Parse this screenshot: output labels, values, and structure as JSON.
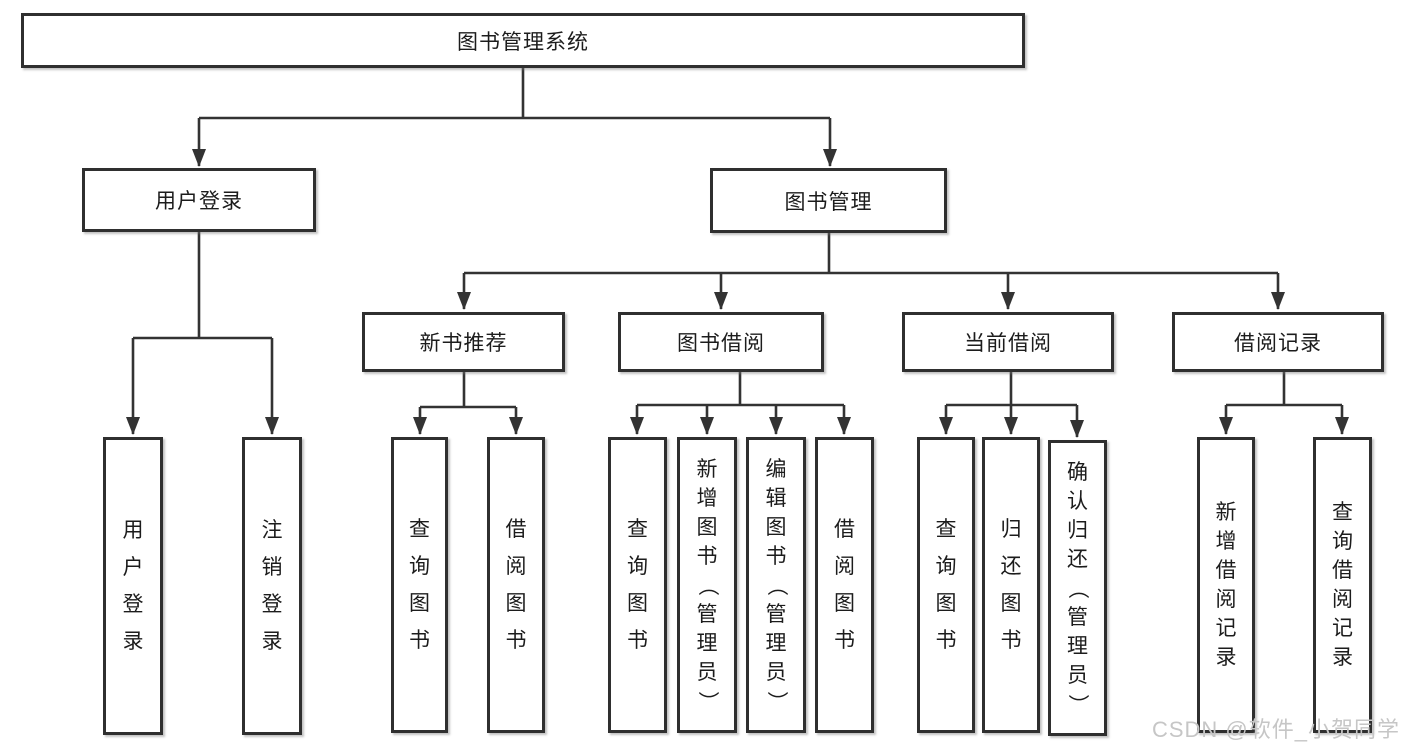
{
  "tree": {
    "root": "图书管理系统",
    "branches": [
      {
        "label": "用户登录",
        "children": [
          "用户登录",
          "注销登录"
        ]
      },
      {
        "label": "图书管理",
        "children": [
          {
            "label": "新书推荐",
            "children": [
              "查询图书",
              "借阅图书"
            ]
          },
          {
            "label": "图书借阅",
            "children": [
              "查询图书",
              "新增图书（管理员）",
              "编辑图书（管理员）",
              "借阅图书"
            ]
          },
          {
            "label": "当前借阅",
            "children": [
              "查询图书",
              "归还图书",
              "确认归还（管理员）"
            ]
          },
          {
            "label": "借阅记录",
            "children": [
              "新增借阅记录",
              "查询借阅记录"
            ]
          }
        ]
      }
    ]
  },
  "watermark": {
    "text": "CSDN @软件_小贺同学"
  },
  "colors": {
    "line": "#333333",
    "box_border": "#2f2f2f",
    "box_fill": "#ffffff",
    "text": "#1c1c1c",
    "watermark": "#c6c6c6",
    "background": "#ffffff"
  }
}
